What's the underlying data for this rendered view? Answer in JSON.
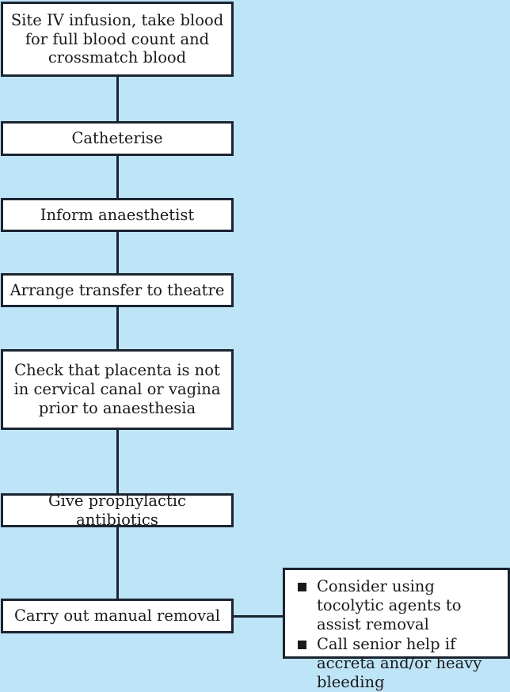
{
  "diagram": {
    "title": "Manual removal of retained placenta flowchart",
    "background_color": "#bee4f7",
    "box_fill_color": "#ffffff",
    "line_color": "#1b2431",
    "steps": [
      {
        "id": "iv-infusion",
        "label": "Site IV infusion, take blood\nfor full blood count and\ncrossmatch blood"
      },
      {
        "id": "catheterise",
        "label": "Catheterise"
      },
      {
        "id": "inform-anaesthetist",
        "label": "Inform anaesthetist"
      },
      {
        "id": "arrange-transfer",
        "label": "Arrange transfer to theatre"
      },
      {
        "id": "check-placenta",
        "label": "Check that placenta is not\nin cervical canal or vagina\nprior to anaesthesia"
      },
      {
        "id": "prophylactic-antibiotics",
        "label": "Give prophylactic antibiotics"
      },
      {
        "id": "manual-removal",
        "label": "Carry out manual removal"
      }
    ],
    "notes": {
      "bullet_glyph": "square",
      "items": [
        "Consider using tocolytic agents to assist removal",
        "Call senior help if accreta and/or heavy bleeding"
      ]
    }
  }
}
